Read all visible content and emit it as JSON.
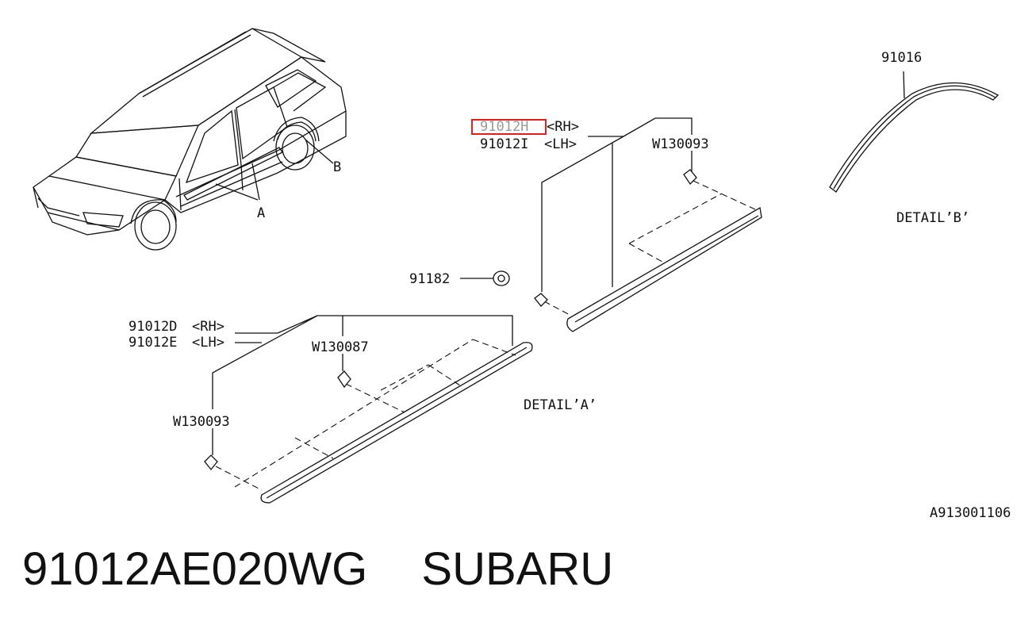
{
  "labels": {
    "p91016": "91016",
    "p91012H": "91012H",
    "p91012H_side": "<RH>",
    "p91012I": "91012I",
    "p91012I_side": "<LH>",
    "w130093_top": "W130093",
    "p91182": "91182",
    "p91012D": "91012D",
    "p91012D_side": "<RH>",
    "p91012E": "91012E",
    "p91012E_side": "<LH>",
    "w130087": "W130087",
    "w130093_bottom": "W130093",
    "callout_a": "A",
    "callout_b": "B",
    "detail_a": "DETAIL’A’",
    "detail_b": "DETAIL’B’",
    "drawing_no": "A913001106"
  },
  "highlight_color": "#e0201c",
  "footer": {
    "part_number": "91012AE020WG",
    "brand": "SUBARU"
  }
}
